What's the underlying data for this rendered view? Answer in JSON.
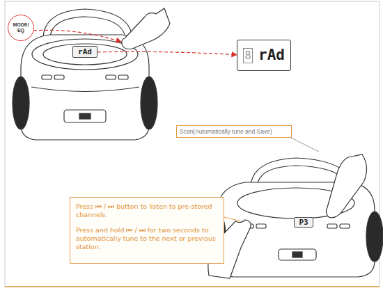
{
  "diagram": {
    "nodes": [
      {
        "text": [
          "MODE/ EQ"
        ]
      },
      {
        "text": [
          "rAd"
        ]
      },
      {
        "text": [
          "8",
          "rAd"
        ]
      },
      {
        "text": [
          "Scan(Automatically tune and Save)"
        ]
      },
      {
        "text": [
          "Press ⏮ / ⏭ button to listen to pre-stored channels.",
          "Press and hold ⏮ / ⏭ for two seconds to automatically tune to the next or previous station."
        ]
      },
      {
        "text": [
          "P3"
        ]
      }
    ],
    "edges": [
      {
        "from": 1,
        "to": 2,
        "arrow": "to"
      }
    ]
  }
}
